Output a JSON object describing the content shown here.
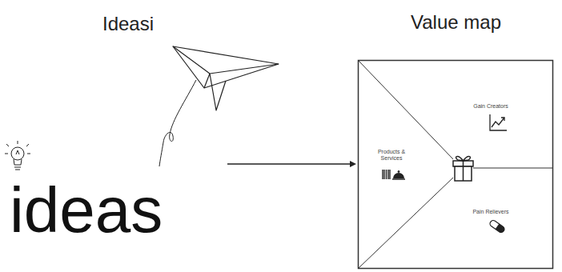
{
  "diagram": {
    "nodes": [
      {
        "text": [
          "Ideasi",
          "ideas"
        ]
      },
      {
        "text": [
          "Value map"
        ]
      },
      {
        "text": [
          "Products & Services"
        ],
        "in": 1
      },
      {
        "text": [
          "Gain Creators"
        ],
        "in": 1
      },
      {
        "text": [
          "Pain Relievers"
        ],
        "in": 1
      }
    ],
    "edges": [
      {
        "from": 0,
        "to": 1,
        "arrow": "to"
      }
    ]
  }
}
